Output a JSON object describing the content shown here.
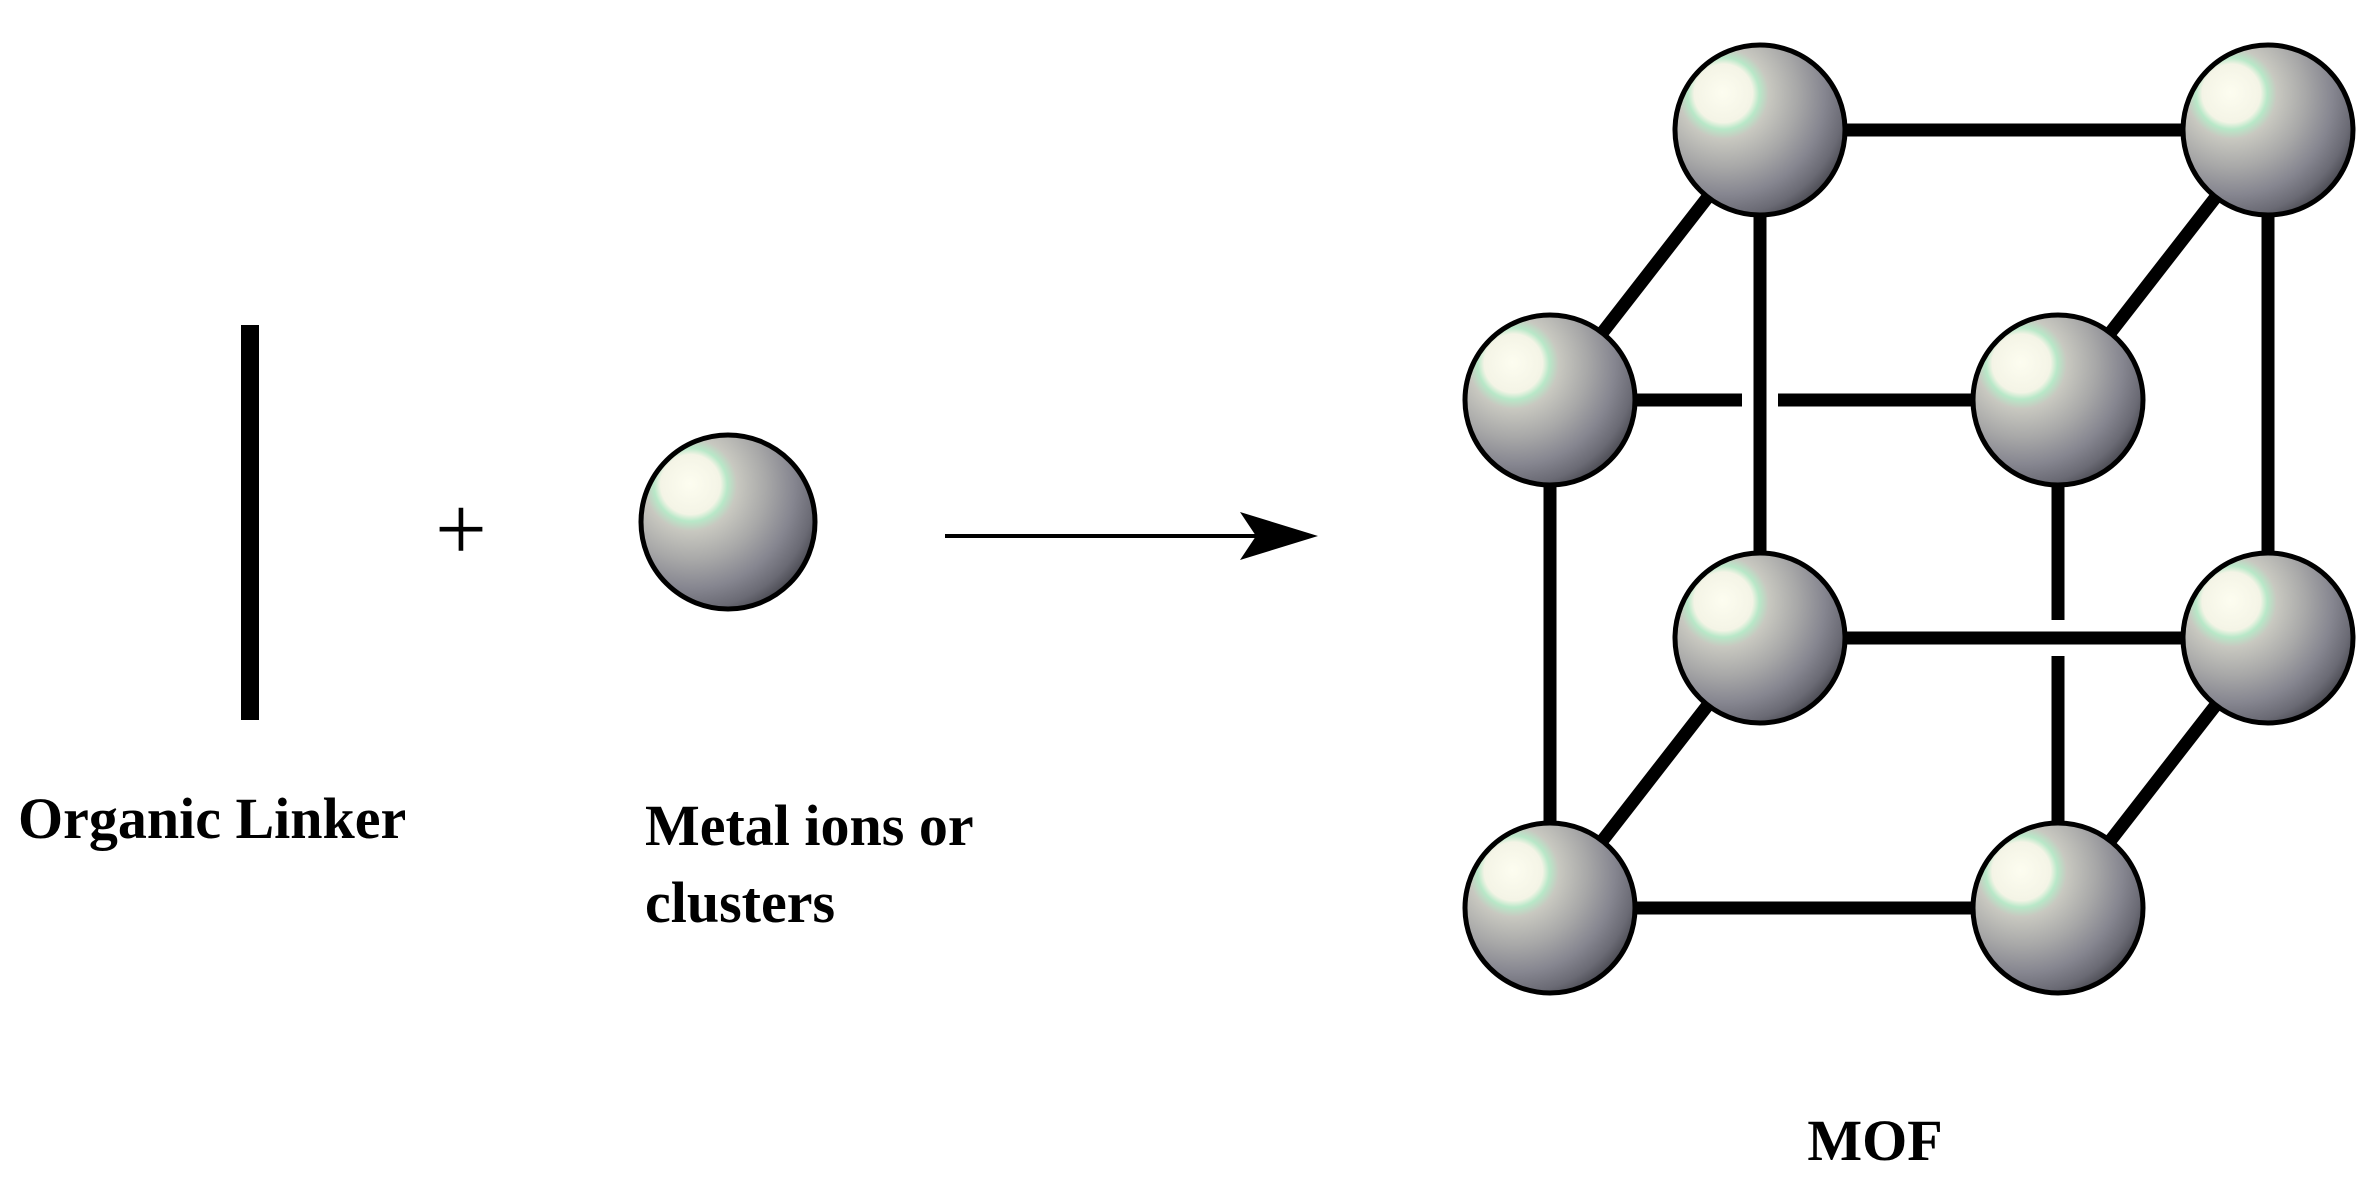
{
  "labels": {
    "linker": "Organic Linker",
    "metal_line1": "Metal ions or",
    "metal_line2": "clusters",
    "plus": "+",
    "product": "MOF"
  },
  "colors": {
    "ink": "#000000",
    "sphere_highlight": "#fdfdf0",
    "sphere_rim": "#b8e8c8",
    "sphere_mid": "#a8a8a8",
    "sphere_dark": "#4a4a52",
    "background": "#ffffff"
  },
  "icons": {
    "linker": "organic-linker-rod-icon",
    "metal": "metal-node-sphere-icon",
    "arrow": "reaction-arrow-icon",
    "product": "mof-cubic-framework-icon"
  }
}
